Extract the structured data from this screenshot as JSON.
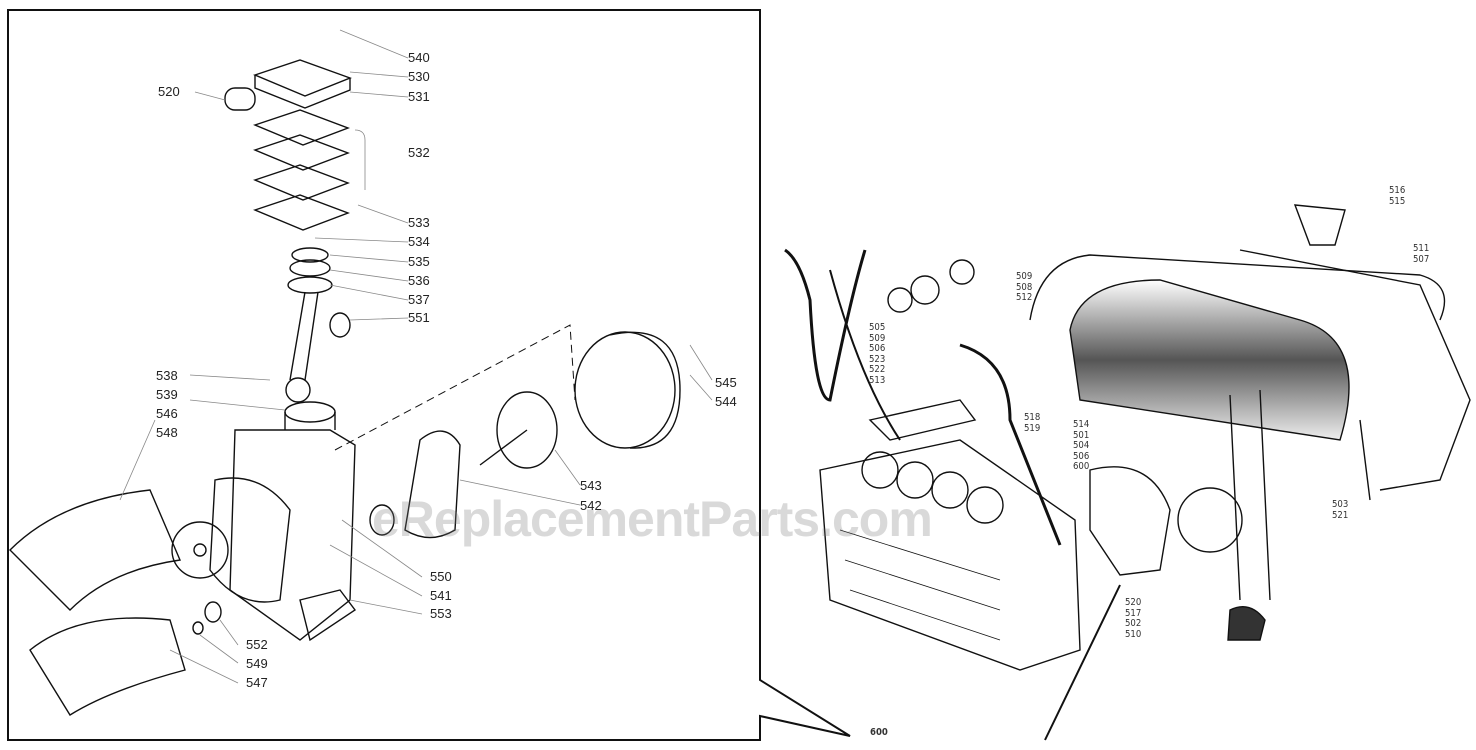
{
  "watermark": "eReplacementParts.com",
  "pump_labels": [
    "540",
    "530",
    "531",
    "520",
    "532",
    "533",
    "534",
    "535",
    "536",
    "537",
    "551",
    "538",
    "539",
    "546",
    "548",
    "545",
    "544",
    "543",
    "542",
    "550",
    "541",
    "553",
    "552",
    "549",
    "547"
  ],
  "assembly_labels": {
    "g1": [
      "505",
      "509",
      "506",
      "523",
      "522",
      "513"
    ],
    "g2": [
      "509",
      "508",
      "512"
    ],
    "g3": [
      "518",
      "519"
    ],
    "g4": [
      "514",
      "501",
      "504",
      "506",
      "600"
    ],
    "g5": [
      "516",
      "515"
    ],
    "g6": [
      "511",
      "507"
    ],
    "g7": [
      "503",
      "521"
    ],
    "g8": [
      "520",
      "517",
      "502",
      "510"
    ],
    "callout": "600"
  }
}
